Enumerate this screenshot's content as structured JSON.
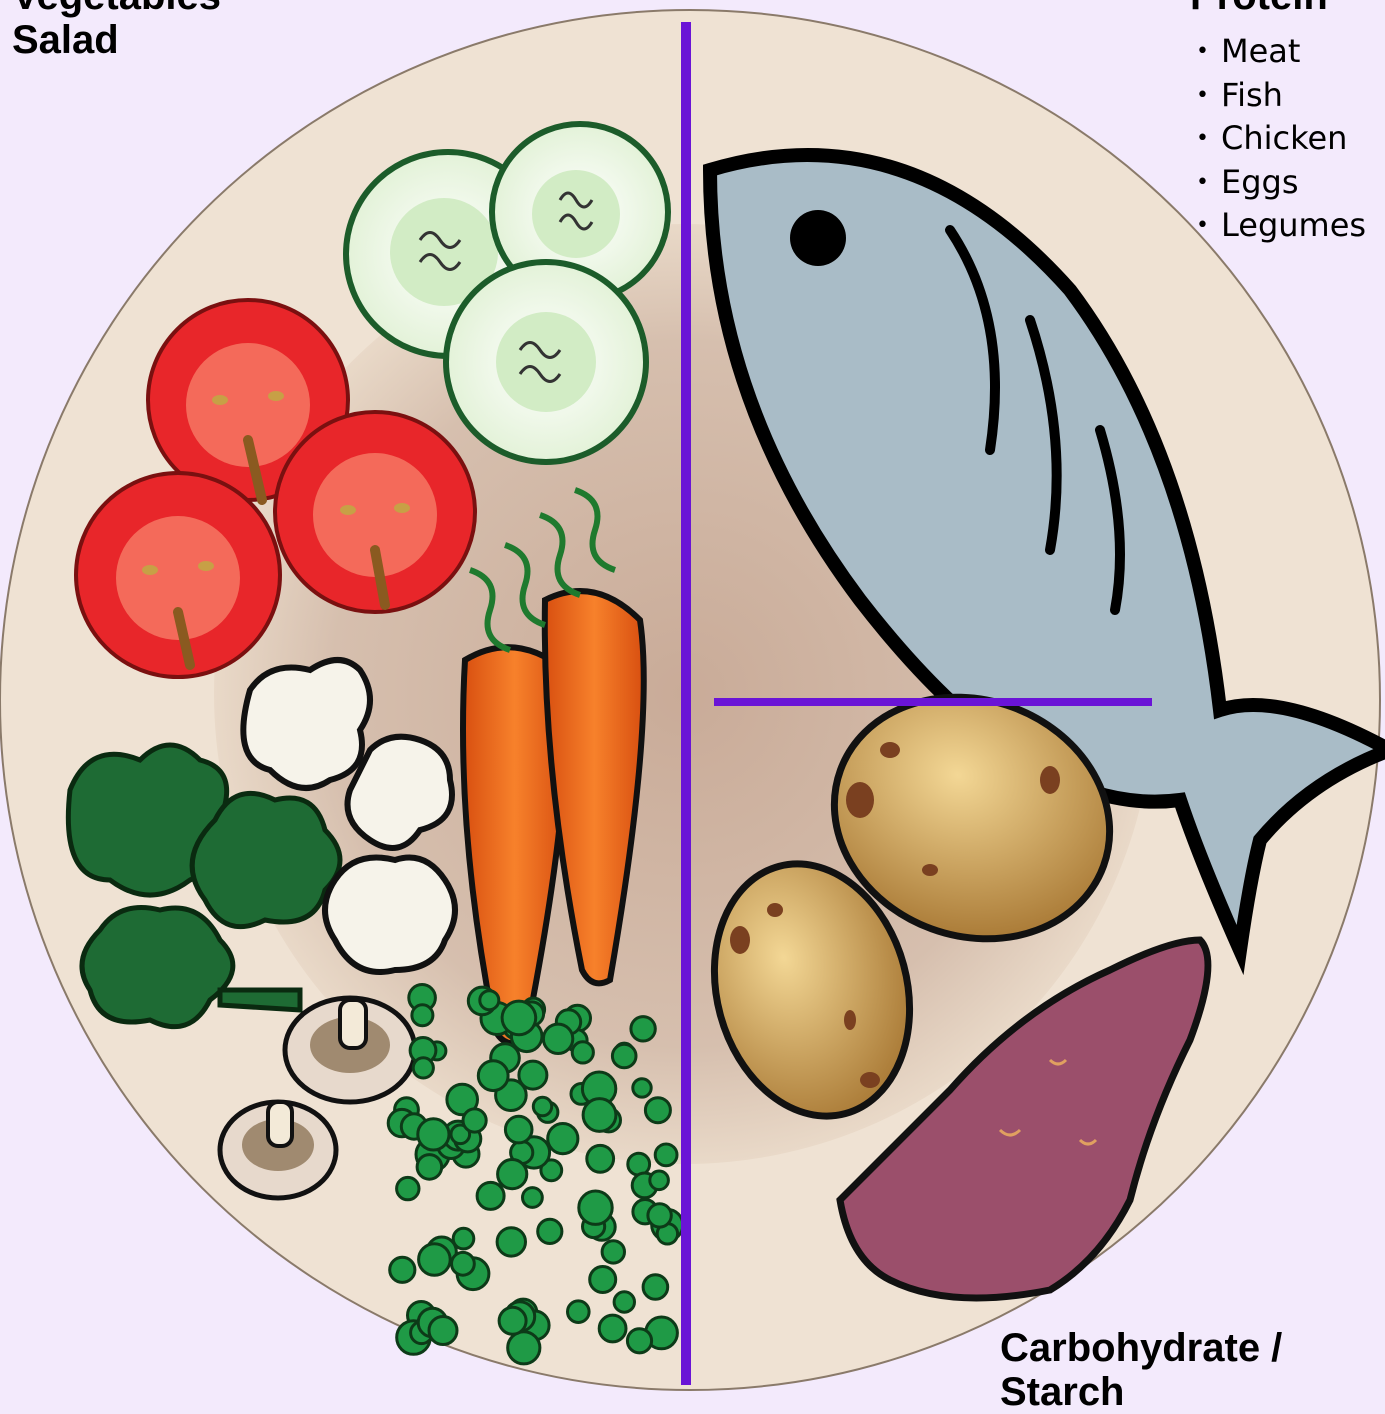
{
  "labels": {
    "vegetables": [
      "Vegetables",
      "Salad"
    ],
    "protein": "Protein",
    "carbohydrate": [
      "Carbohydrate /",
      "Starch"
    ]
  },
  "protein_items": [
    "Meat",
    "Fish",
    "Chicken",
    "Eggs",
    "Legumes"
  ],
  "colors": {
    "background": "#f3eafc",
    "plate": "#efe2d3",
    "divider": "#6a14d6",
    "fish": "#a9bcc7",
    "tomato": "#e8262a",
    "carrot": "#f26d1f",
    "broccoli": "#1e6b34",
    "pea": "#1f9a46",
    "potato": "#caa052",
    "sweet_potato": "#9b4f6b"
  },
  "icons": [
    "tomato-icon",
    "cucumber-icon",
    "carrot-icon",
    "broccoli-icon",
    "cauliflower-icon",
    "mushroom-icon",
    "pea-icon",
    "fish-icon",
    "potato-icon",
    "sweet-potato-icon"
  ]
}
